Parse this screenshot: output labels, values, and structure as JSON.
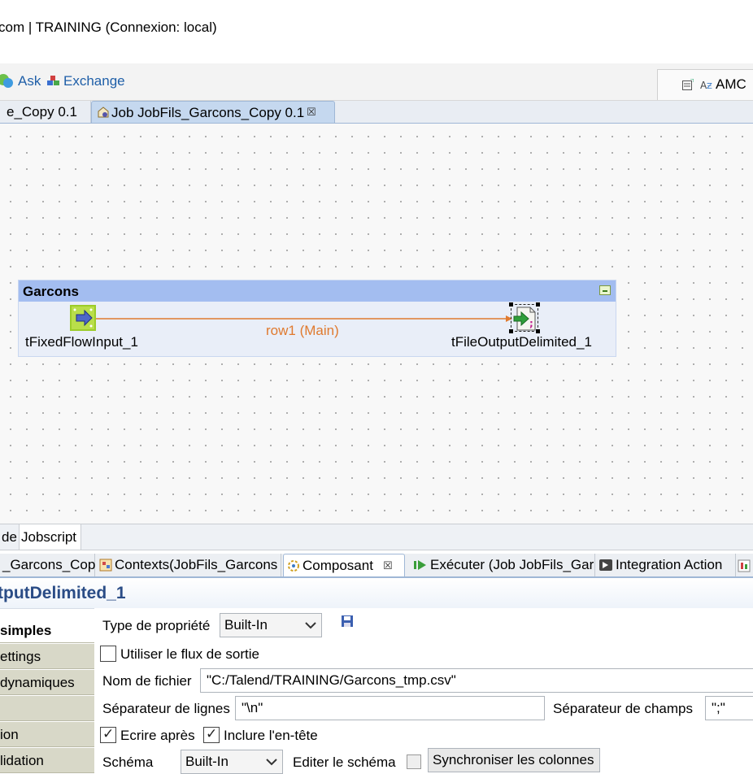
{
  "window": {
    "title": "com | TRAINING (Connexion: local)"
  },
  "toolbar": {
    "ask": "Ask",
    "exchange": "Exchange",
    "perspective": "AMC"
  },
  "editor_tabs": {
    "inactive": "e_Copy 0.1",
    "active": "Job JobFils_Garcons_Copy 0.1"
  },
  "canvas": {
    "subjob_title": "Garcons",
    "source_component": "tFixedFlowInput_1",
    "target_component": "tFileOutputDelimited_1",
    "link_label": "row1 (Main)"
  },
  "bottom_tabs": {
    "designer": "de",
    "jobscript": "Jobscript"
  },
  "view_tabs": {
    "tab1": "_Garcons_Cop",
    "tab2": "Contexts(JobFils_Garcons",
    "tab3": "Composant",
    "tab4": "Exécuter (Job JobFils_Gar",
    "tab5": "Integration Action"
  },
  "component": {
    "title": "tputDelimited_1"
  },
  "nav": {
    "basic": "simples",
    "advanced": "ettings",
    "dynamic": "dynamiques",
    "blank": "",
    "documentation": "ion",
    "validation": "lidation"
  },
  "settings": {
    "property_type_label": "Type de propriété",
    "property_type_value": "Built-In",
    "use_output_stream_label": "Utiliser le flux de sortie",
    "filename_label": "Nom de fichier",
    "filename_value": "\"C:/Talend/TRAINING/Garcons_tmp.csv\"",
    "row_separator_label": "Séparateur de lignes",
    "row_separator_value": "\"\\n\"",
    "field_separator_label": "Séparateur de champs",
    "field_separator_value": "\";\"",
    "append_label": "Ecrire après",
    "include_header_label": "Inclure l'en-tête",
    "schema_label": "Schéma",
    "schema_value": "Built-In",
    "edit_schema_label": "Editer le schéma",
    "sync_columns_label": "Synchroniser les colonnes"
  },
  "colors": {
    "link": "#e07a2f",
    "subjob_header": "#a3bdf0",
    "accent": "#2a4c86"
  }
}
